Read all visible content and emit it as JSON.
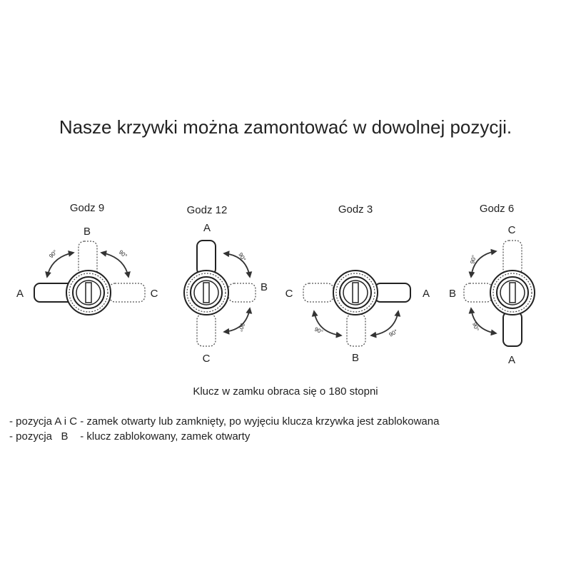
{
  "title": "Nasze krzywki można zamontować w dowolnej pozycji.",
  "rotation_label": "90°",
  "diagrams": [
    {
      "heading": "Godz 9",
      "pos_a": "A",
      "pos_b": "B",
      "pos_c": "C"
    },
    {
      "heading": "Godz 12",
      "pos_a": "A",
      "pos_b": "B",
      "pos_c": "C"
    },
    {
      "heading": "Godz 3",
      "pos_a": "A",
      "pos_b": "B",
      "pos_c": "C"
    },
    {
      "heading": "Godz 6",
      "pos_a": "A",
      "pos_b": "B",
      "pos_c": "C"
    }
  ],
  "caption": "Klucz w zamku obraca się o 180 stopni",
  "notes": [
    "- pozycja A i C - zamek otwarty lub zamknięty, po wyjęciu klucza krzywka jest zablokowana",
    "- pozycja   B    - klucz zablokowany, zamek otwarty"
  ]
}
